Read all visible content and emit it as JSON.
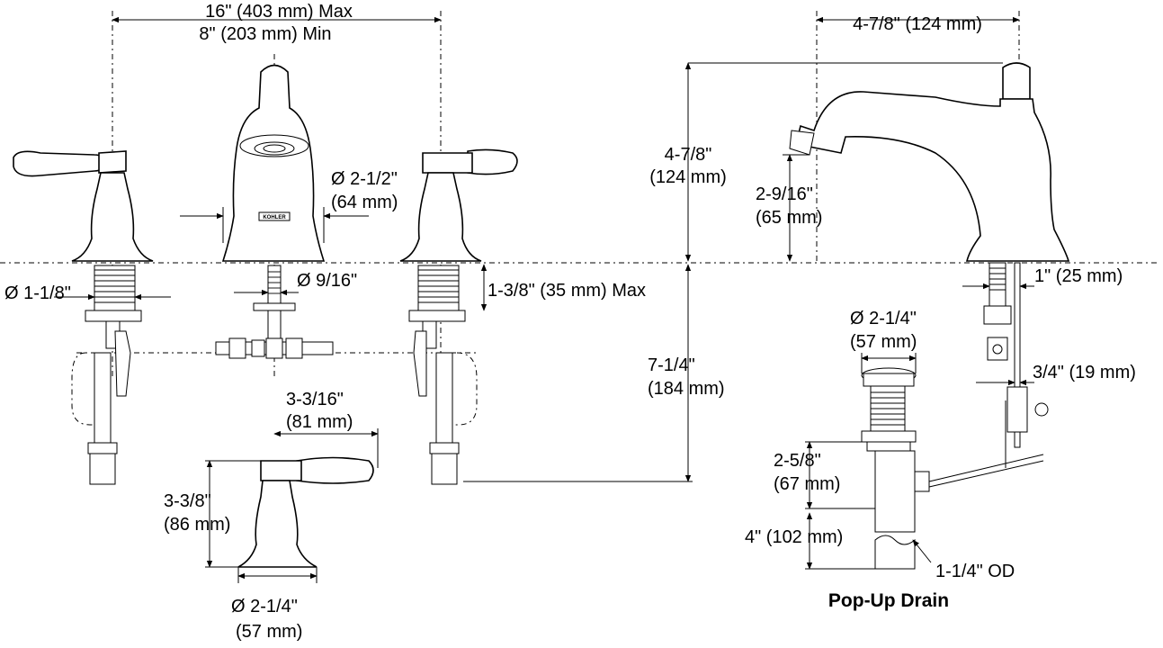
{
  "brand_mark": "KOHLER",
  "dimensions": {
    "spread_max": "16\" (403 mm) Max",
    "spread_min": "8\" (203 mm) Min",
    "spout_reach": "4-7/8\" (124 mm)",
    "spout_height_in": "4-7/8\"",
    "spout_height_mm": "(124 mm)",
    "aerator_height_in": "2-9/16\"",
    "aerator_height_mm": "(65 mm)",
    "spout_base_dia_in": "Ø 2-1/2\"",
    "spout_base_dia_mm": "(64 mm)",
    "valve_shank_dia": "Ø 1-1/8\"",
    "spout_shank_dia": "Ø 9/16\"",
    "deck_thickness_max": "1-3/8\" (35 mm) Max",
    "below_deck_in": "7-1/4\"",
    "below_deck_mm": "(184 mm)",
    "handle_reach_in": "3-3/16\"",
    "handle_reach_mm": "(81 mm)",
    "handle_height_in": "3-3/8\"",
    "handle_height_mm": "(86 mm)",
    "handle_base_dia_in": "Ø 2-1/4\"",
    "handle_base_dia_mm": "(57 mm)",
    "drain_flange_dia_in": "Ø 2-1/4\"",
    "drain_flange_dia_mm": "(57 mm)",
    "spout_shank_offset": "1\" (25 mm)",
    "lift_rod_offset": "3/4\" (19 mm)",
    "drain_body_in": "2-5/8\"",
    "drain_body_mm": "(67 mm)",
    "tailpiece_length": "4\" (102 mm)",
    "tailpiece_od": "1-1/4\" OD"
  },
  "captions": {
    "pop_up_drain": "Pop-Up Drain"
  }
}
